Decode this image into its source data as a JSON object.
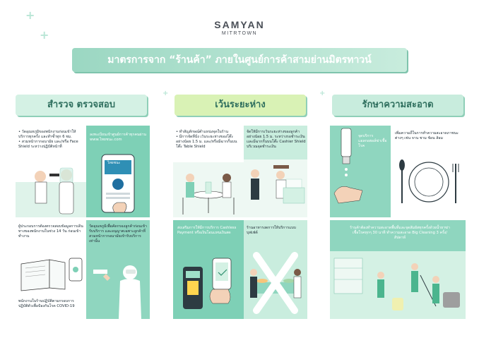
{
  "brand": {
    "name": "SAMYAN",
    "sub": "MITRTOWN"
  },
  "title": "มาตรการจาก “ร้านค้า” ภายในศูนย์การค้าสามย่านมิตรทาวน์",
  "columns": [
    {
      "heading": "สำรวจ ตรวจสอบ"
    },
    {
      "heading": "เว้นระยะห่าง"
    },
    {
      "heading": "รักษาความสะอาด"
    }
  ],
  "col1": {
    "p1_text": "• วัดอุณหภูมิของพนักงานก่อนเข้าให้บริการทุกครั้ง และทำซ้ำทุก 6 ชม.\n• สวมหน้ากากอนามัย และ/หรือ Face Shield ระหว่างปฏิบัติหน้าที่",
    "p2_text": "ลงทะเบียนเข้าศูนย์การค้าทุกคนผ่าน www.ไทยชนะ.com",
    "p2_app": "ไทยชนะ",
    "p3_text": "ผู้ประกอบการต้องตรวจสอบข้อมูลการเดินทางของพนักงานในช่วง 14 วัน ก่อนเข้าทำงาน",
    "p4_text": "วัดอุณหภูมิเพื่อคัดกรองลูกค้าก่อนเข้ารับบริการ และอนุญาตเฉพาะลูกค้าที่สวมหน้ากากอนามัยเข้ารับบริการเท่านั้น",
    "p5_text": "พนักงานในร้านปฏิบัติตามกรอบการปฏิบัติตัวเพื่อป้องกันโรค COVID-19"
  },
  "col2": {
    "p1_text": "• ทำสัญลักษณ์ตำแหน่งจุดในร้าน\n• มีการจัดที่นั่ง เว้นระยะห่างของโต๊ะ อย่างน้อย 1.5 ม. และ/หรือมีฉากกั้นบนโต๊ะ Table Shield",
    "p2_text": "จัดให้มีการเว้นระยะห่างของลูกค้าอย่างน้อย 1.5 ม. ระหว่างรอชำระเงิน และมีฉากกั้นบนโต๊ะ Cashier Shield บริเวณจุดชำระเงิน",
    "p3_text": "ส่งเสริมการให้มีการบริการ Cashless Payment หรือเงินโอนแทนเงินสด",
    "p4_text": "ร้านอาหารงดการให้บริการแบบบุฟเฟ่ต์"
  },
  "col3": {
    "p1_text": "จุดบริการแอลกอฮอล์ฆ่าเชื้อโรค",
    "p2_text": "เพิ่มความถี่ในการทำความสะอาดภาชนะต่างๆ เช่น จาน ชาม ช้อน ส้อม",
    "p3_text": "ร้านค้าต้องทำความสะอาดพื้นที่และจุดสัมผัสทุกครั้งด้วยน้ำยาฆ่าเชื้อโรคทุกๆ 30 นาที ทำความสะอาด Big Cleaning 3 ครั้ง/ สัปดาห์"
  },
  "colors": {
    "mint": "#8fd6bf",
    "mint_light": "#d4f1e4",
    "lime": "#d9f2b5",
    "dark": "#2f6f5e"
  }
}
